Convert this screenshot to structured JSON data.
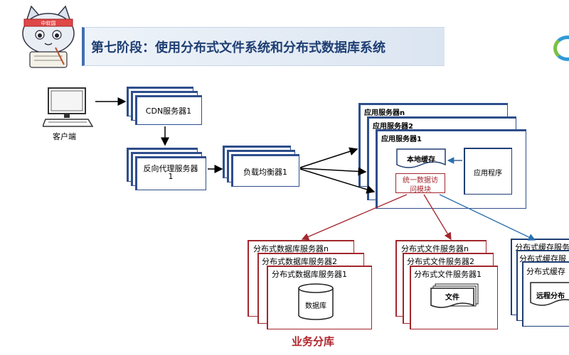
{
  "title": "第七阶段：使用分布式文件系统和分布式数据库系统",
  "client": {
    "label": "客户端"
  },
  "cdn": {
    "label": "CDN服务器1"
  },
  "reverse_proxy": {
    "label_line1": "反向代理服务器",
    "label_line2": "1"
  },
  "load_balancer": {
    "label": "负载均衡器1"
  },
  "app_servers": {
    "labels": [
      "应用服务器n",
      "应用服务器2",
      "应用服务器1"
    ],
    "local_cache": "本地缓存",
    "app_program": "应用程序",
    "unified_access_line1": "统一数据访",
    "unified_access_line2": "问模块"
  },
  "db_servers": {
    "labels": [
      "分布式数据库服务器n",
      "分布式数据库服务器2",
      "分布式数据库服务器1"
    ],
    "database": "数据库"
  },
  "file_servers": {
    "labels": [
      "分布式文件服务器n",
      "分布式文件服务器2",
      "分布式文件服务器1"
    ],
    "file": "文件"
  },
  "cache_servers": {
    "labels": [
      "分布式缓存服务",
      "分布式缓存服",
      "分布式缓存"
    ],
    "remote": "远程分布"
  },
  "footer": {
    "label": "业务分库"
  },
  "colors": {
    "accent": "#1f3f73",
    "red": "#a3262d",
    "blue": "#2a6fb0"
  },
  "mascot": {
    "banner_text": "中软国"
  }
}
